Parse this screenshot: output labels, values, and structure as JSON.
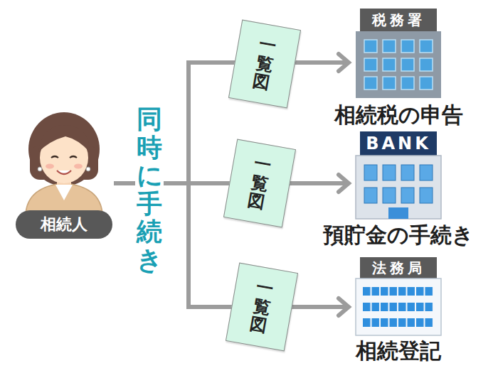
{
  "diagram": {
    "nodes": [
      {
        "text": [
          "相続人"
        ]
      },
      {
        "text": [
          "一覧図"
        ]
      },
      {
        "text": [
          "一覧図"
        ]
      },
      {
        "text": [
          "一覧図"
        ]
      },
      {
        "text": [
          "税務署",
          "相続税の申告"
        ]
      },
      {
        "text": [
          "BANK",
          "預貯金の手続き"
        ]
      },
      {
        "text": [
          "法務局",
          "相続登記"
        ]
      }
    ],
    "edges": [
      {
        "from": 0,
        "to": 4,
        "arrow": "to"
      },
      {
        "from": 0,
        "to": 5,
        "arrow": "to"
      },
      {
        "from": 0,
        "to": 6,
        "arrow": "to"
      }
    ],
    "labels": [
      "同時に手続き"
    ]
  }
}
